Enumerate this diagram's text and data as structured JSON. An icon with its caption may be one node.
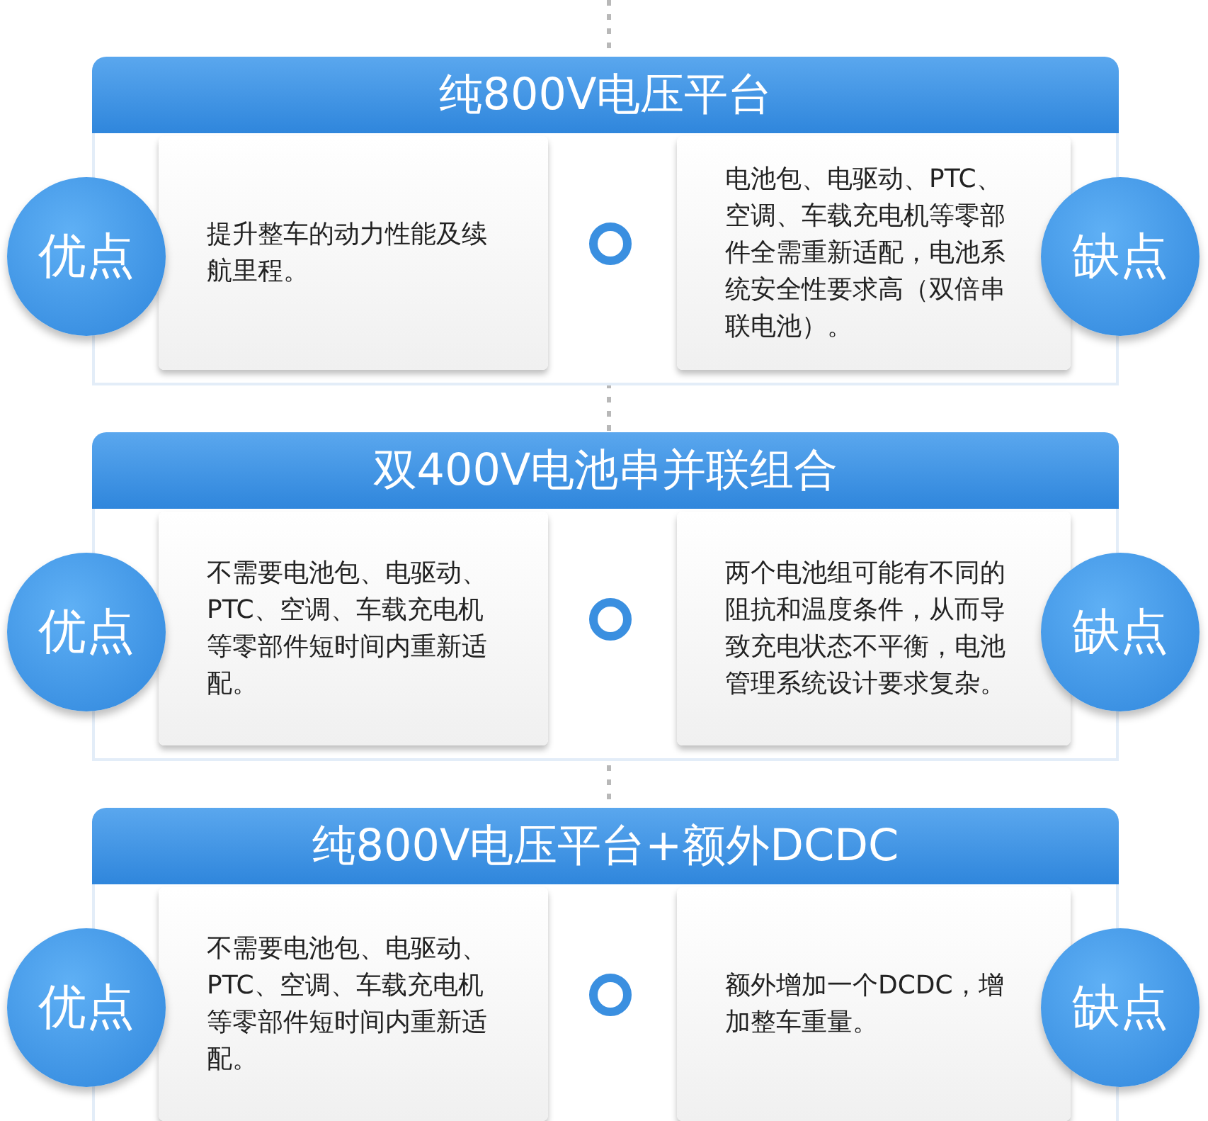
{
  "diagram": {
    "nodes": [
      {
        "text": [
          "纯800V电压平台"
        ]
      },
      {
        "text": [
          "优点"
        ]
      },
      {
        "text": [
          "提升整车的动力性能及续航里程。"
        ]
      },
      {
        "text": [],
        "shape": "circle"
      },
      {
        "text": [
          "电池包、电驱动、PTC、空调、车载充电机等零部件全需重新适配，电池系统安全性要求高（双倍串联电池）。"
        ]
      },
      {
        "text": [
          "缺点"
        ]
      },
      {
        "text": [
          "双400V电池串并联组合"
        ]
      },
      {
        "text": [
          "优点"
        ]
      },
      {
        "text": [
          "不需要电池包、电驱动、PTC、空调、车载充电机等零部件短时间内重新适配。"
        ]
      },
      {
        "text": [],
        "shape": "circle"
      },
      {
        "text": [
          "两个电池组可能有不同的阻抗和温度条件，从而导致充电状态不平衡，电池管理系统设计要求复杂。"
        ]
      },
      {
        "text": [
          "缺点"
        ]
      },
      {
        "text": [
          "纯800V电压平台+额外DCDC"
        ]
      },
      {
        "text": [
          "优点"
        ]
      },
      {
        "text": [
          "不需要电池包、电驱动、PTC、空调、车载充电机等零部件短时间内重新适配。"
        ]
      },
      {
        "text": [],
        "shape": "circle"
      },
      {
        "text": [
          "额外增加一个DCDC，增加整车重量。"
        ]
      },
      {
        "text": [
          "缺点"
        ]
      }
    ]
  }
}
